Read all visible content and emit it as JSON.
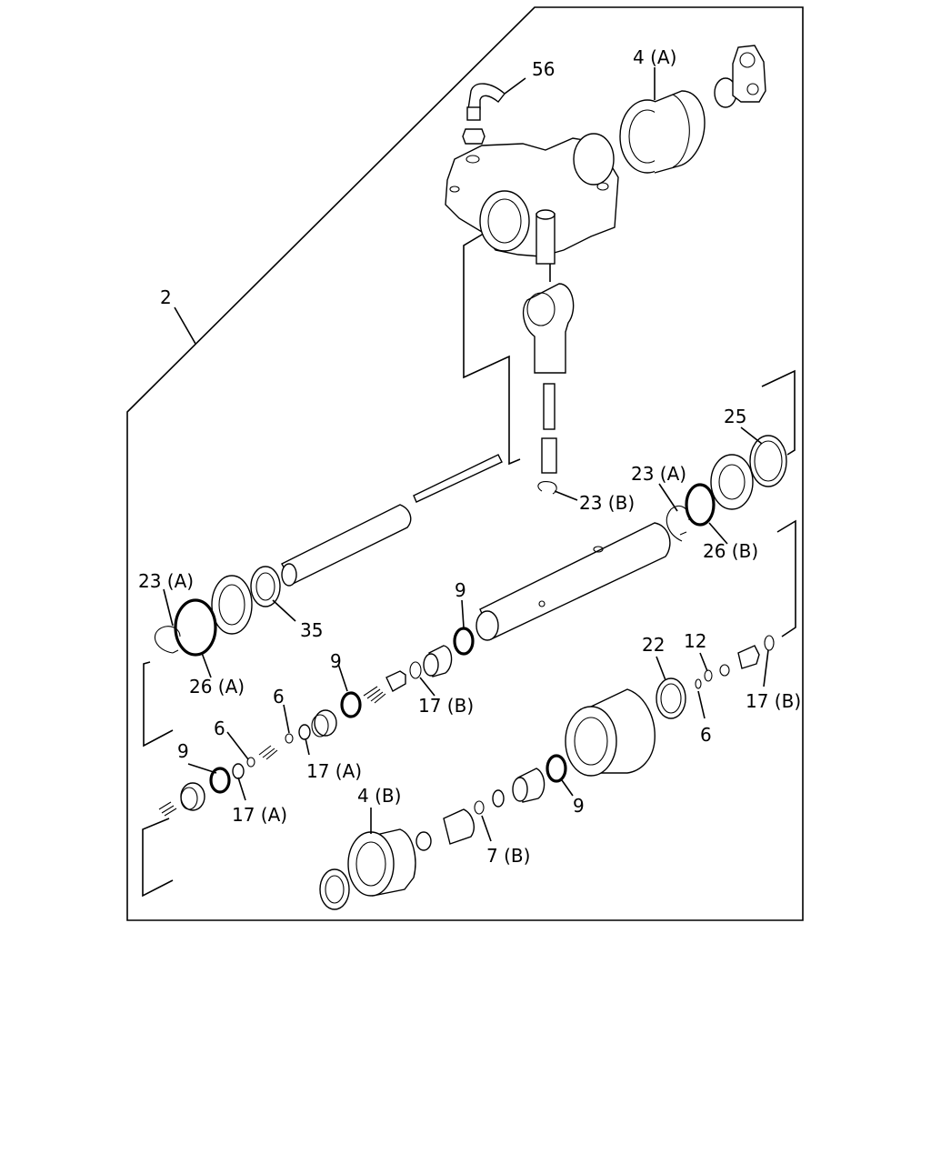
{
  "labels": {
    "l2": "2",
    "l56": "56",
    "l4a": "4 (A)",
    "l25": "25",
    "l23a_top": "23 (A)",
    "l23b": "23 (B)",
    "l26b": "26 (B)",
    "l23a_left": "23 (A)",
    "l35": "35",
    "l26a": "26 (A)",
    "l9_a": "9",
    "l9_b": "9",
    "l9_c": "9",
    "l9_d": "9",
    "l17b_a": "17 (B)",
    "l17b_b": "17 (B)",
    "l6_a": "6",
    "l6_b": "6",
    "l6_c": "6",
    "l17a_a": "17 (A)",
    "l17a_b": "17 (A)",
    "l22": "22",
    "l12": "12",
    "l4b": "4 (B)",
    "l7b": "7 (B)"
  }
}
